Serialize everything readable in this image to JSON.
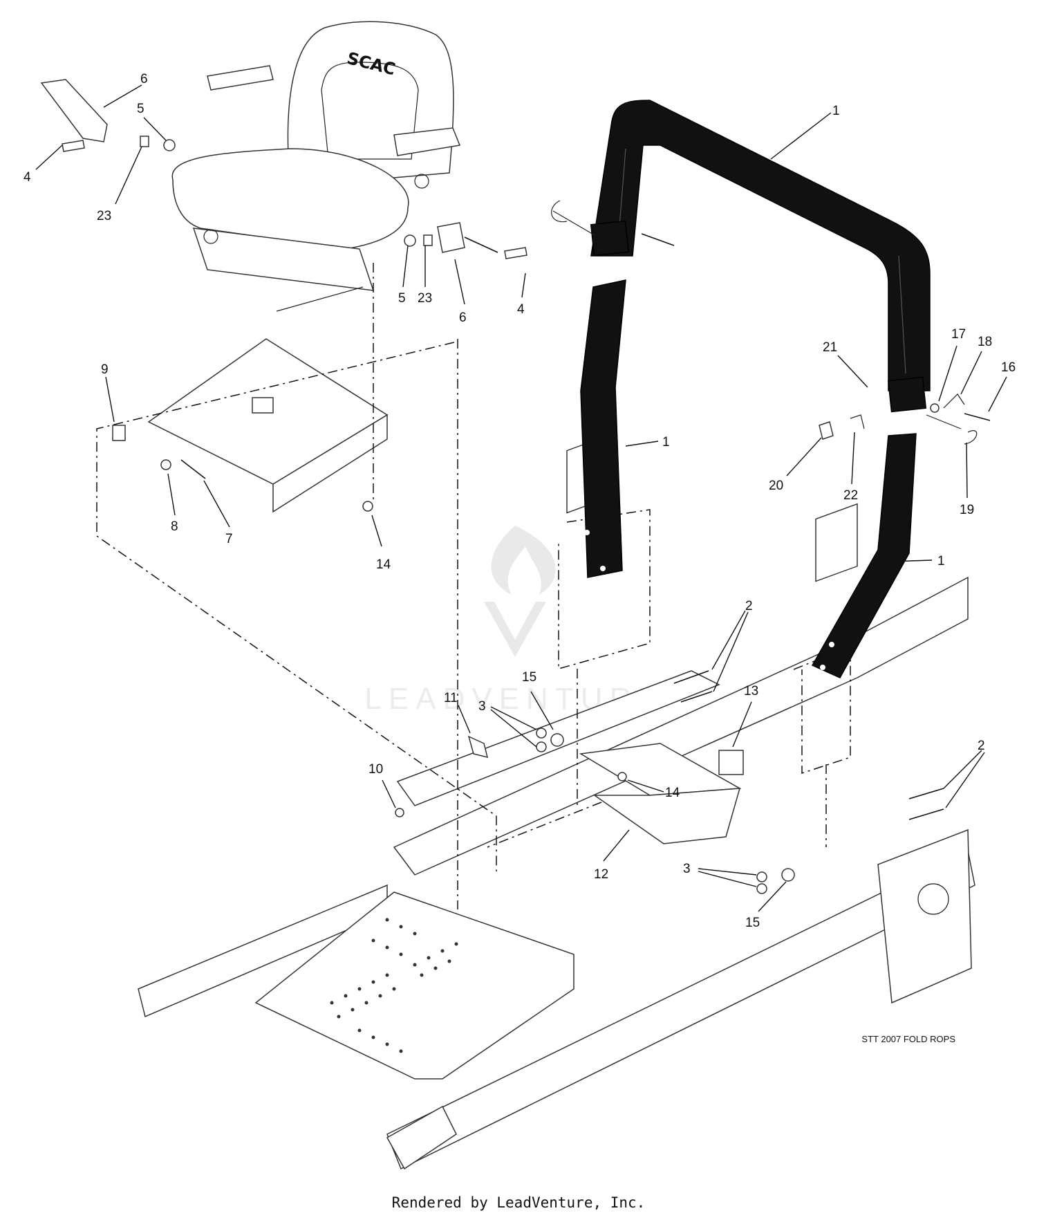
{
  "seat": {
    "brand_text": "SCAC"
  },
  "watermark": {
    "text": "LEADVENTURE"
  },
  "drawing_id": "STT 2007 FOLD ROPS",
  "footer": {
    "rendered_by": "Rendered by LeadVenture, Inc."
  },
  "callouts": {
    "c1a": "1",
    "c1b": "1",
    "c1c": "1",
    "c2a": "2",
    "c2b": "2",
    "c3a": "3",
    "c3b": "3",
    "c4a": "4",
    "c4b": "4",
    "c5a": "5",
    "c5b": "5",
    "c6a": "6",
    "c6b": "6",
    "c7": "7",
    "c8": "8",
    "c9": "9",
    "c10": "10",
    "c11": "11",
    "c12": "12",
    "c13": "13",
    "c14a": "14",
    "c14b": "14",
    "c15a": "15",
    "c15b": "15",
    "c16": "16",
    "c17": "17",
    "c18": "18",
    "c19": "19",
    "c20": "20",
    "c21": "21",
    "c22": "22",
    "c23a": "23",
    "c23b": "23"
  }
}
